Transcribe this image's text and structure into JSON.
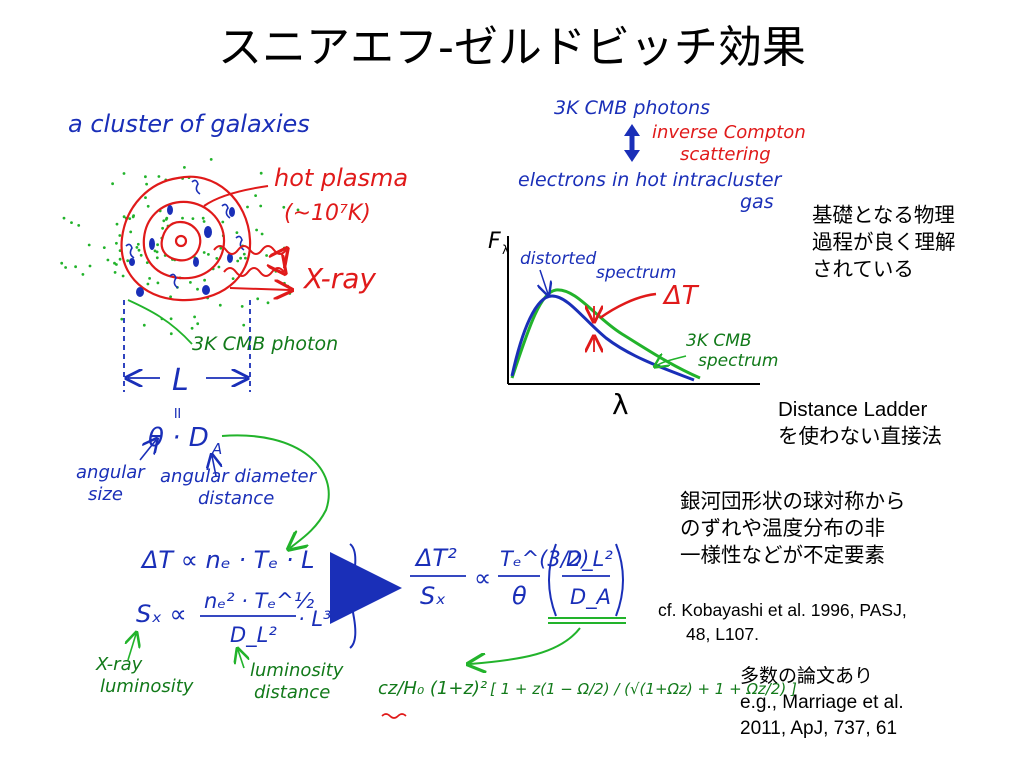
{
  "title": "スニアエフ-ゼルドビッチ効果",
  "colors": {
    "blue": "#1a2fb8",
    "red": "#e01a1a",
    "green": "#22b32b",
    "dark_green": "#127a1a"
  },
  "sketch": {
    "cluster_label": "a cluster of galaxies",
    "hot_plasma_label": "hot plasma",
    "temperature_label": "(~10⁷K)",
    "xray_label": "X-ray",
    "cmb_photon_label": "3K CMB photon",
    "length_label": "L",
    "theta_eq": "θ · D",
    "theta_eq_sub": "A",
    "equals_sign": "॥",
    "angular_size_label": [
      "angular",
      "size"
    ],
    "angular_diameter_label": [
      "angular diameter",
      "distance"
    ],
    "sz_eq": "ΔT ∝ nₑ · Tₑ · L",
    "sx_eq_lhs": "Sₓ ∝",
    "sx_eq_num": "nₑ² · Tₑ^½",
    "sx_eq_den": "D_L²",
    "sx_eq_tail": "· L³",
    "xray_luminosity_label": [
      "X-ray",
      "luminosity"
    ],
    "luminosity_distance_label": [
      "luminosity",
      "distance"
    ],
    "result_lhs_num": "ΔT²",
    "result_lhs_den": "Sₓ",
    "result_prop": "∝",
    "result_mid_num": "Tₑ^(3/2)",
    "result_mid_den": "θ",
    "result_paren_num": "D_L²",
    "result_paren_den": "D_A",
    "distance_formula_prefix": "cz/H₀ (1+z)²",
    "distance_formula_body": "[ 1 + z(1 − Ω/2) / (√(1+Ωz) + 1 + Ωz/2) ]"
  },
  "diagram": {
    "cmb_photons_label": "3K CMB photons",
    "inverse_compton_label": [
      "inverse Compton",
      "scattering"
    ],
    "electrons_label": [
      "electrons in hot intracluster",
      "gas"
    ],
    "y_axis_label": "F",
    "y_axis_sub": "λ",
    "x_axis_label": "λ",
    "distorted_label": [
      "distorted",
      "spectrum"
    ],
    "delta_t_label": "ΔT",
    "cmb_spectrum_label": [
      "3K CMB",
      "spectrum"
    ]
  },
  "notes": {
    "physics": [
      "基礎となる物理",
      "過程が良く理解",
      "されている"
    ],
    "distance_ladder": [
      "Distance Ladder",
      "を使わない直接法"
    ],
    "uncertainty": [
      "銀河団形状の球対称から",
      "のずれや温度分布の非",
      "一様性などが不定要素"
    ],
    "reference1": [
      "cf. Kobayashi et al. 1996, PASJ,",
      "48, L107."
    ],
    "papers": [
      "多数の論文あり",
      "e.g., Marriage et al.",
      "2011, ApJ, 737, 61"
    ]
  }
}
